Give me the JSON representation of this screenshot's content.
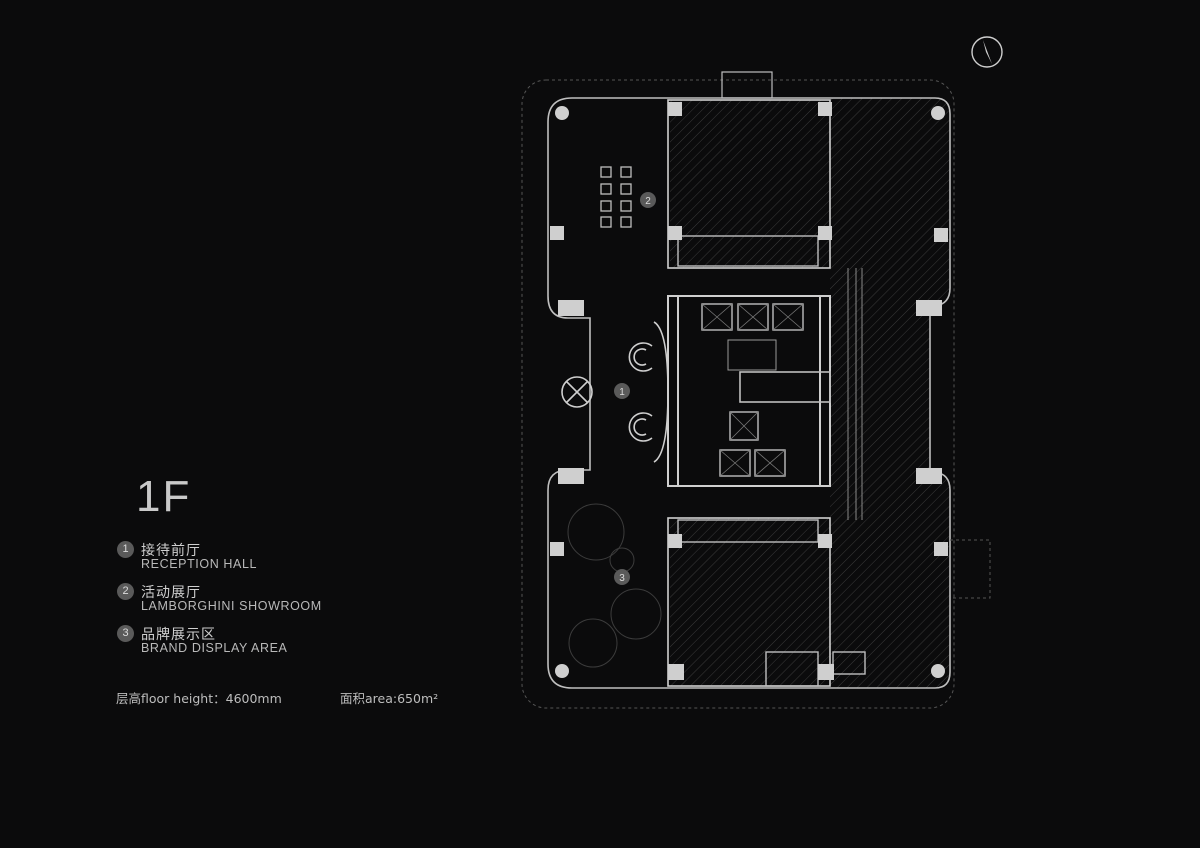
{
  "floor": "1F",
  "legend": [
    {
      "num": "1",
      "cn": "接待前厅",
      "en": "RECEPTION HALL"
    },
    {
      "num": "2",
      "cn": "活动展厅",
      "en": "LAMBORGHINI SHOWROOM"
    },
    {
      "num": "3",
      "cn": "品牌展示区",
      "en": "BRAND DISPLAY AREA"
    }
  ],
  "stats": {
    "height": "层高floor height：4600mm",
    "area": "面积area:650m²"
  },
  "plan_markers": [
    "1",
    "2",
    "3"
  ],
  "colors": {
    "background": "#0b0b0c",
    "line": "#bfbfbf",
    "hatch": "#3a3a3a",
    "marker": "#5a5a5a"
  },
  "icons": [
    "north-arrow-icon"
  ]
}
